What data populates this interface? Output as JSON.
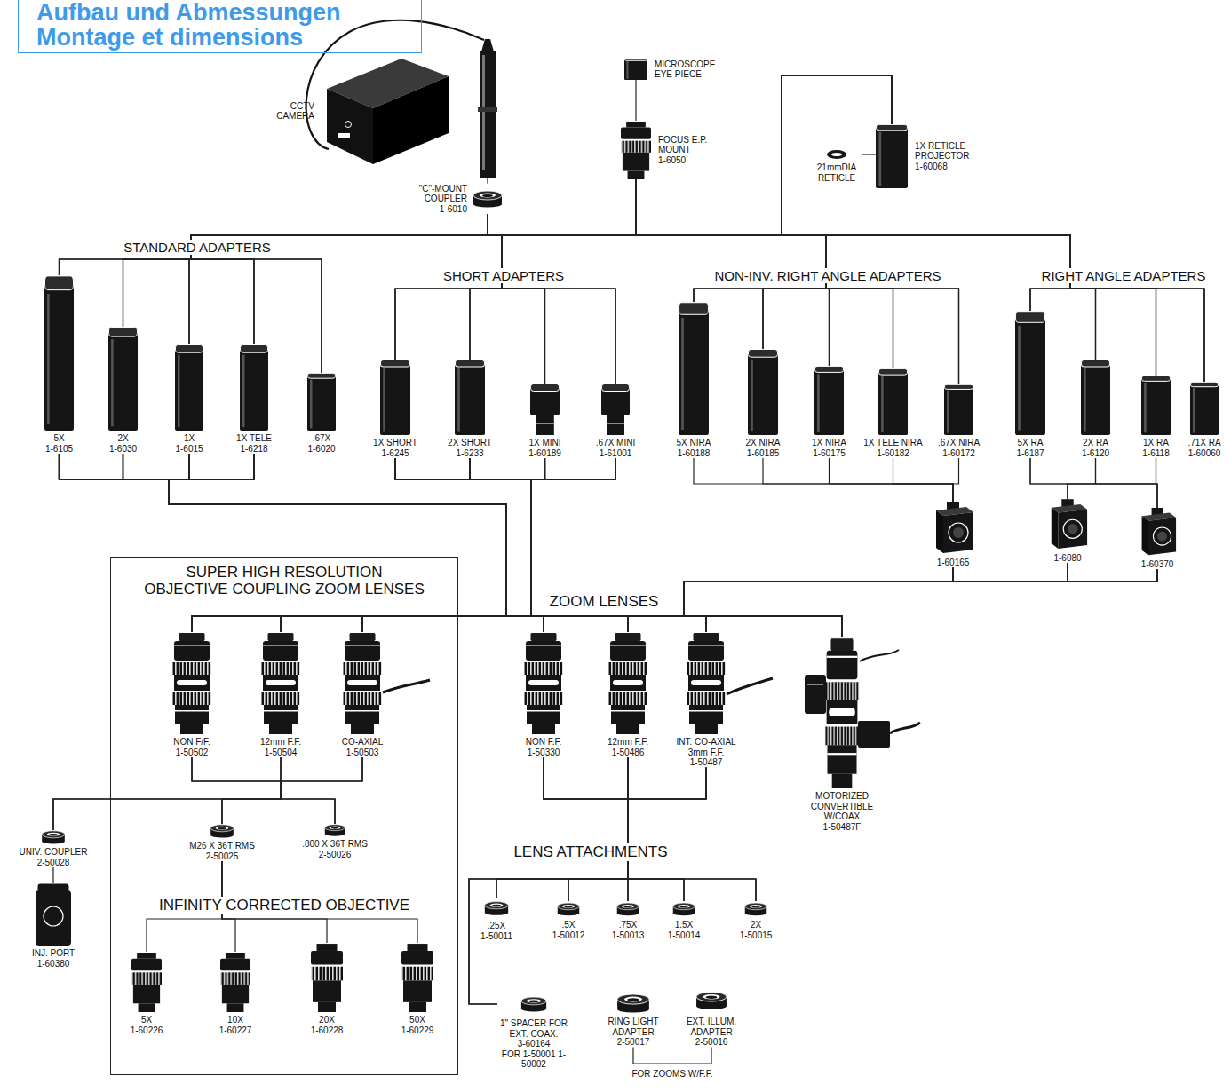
{
  "diagram": {
    "title": "Aufbau und Abmessungen Montage et dimensions",
    "nodes": [
      {
        "text": [
          "CCTV CAMERA"
        ]
      },
      {
        "text": [
          "\"C\"-MOUNT COUPLER",
          "1-6010"
        ]
      },
      {
        "text": [
          "MICROSCOPE EYE PIECE"
        ]
      },
      {
        "text": [
          "FOCUS E.P. MOUNT",
          "1-6050"
        ]
      },
      {
        "text": [
          "21mmDIA RETICLE"
        ]
      },
      {
        "text": [
          "1X RETICLE PROJECTOR",
          "1-60068"
        ]
      },
      {
        "text": [
          "5X",
          "1-6105"
        ]
      },
      {
        "text": [
          "2X",
          "1-6030"
        ]
      },
      {
        "text": [
          "1X",
          "1-6015"
        ]
      },
      {
        "text": [
          "1X TELE",
          "1-6218"
        ]
      },
      {
        "text": [
          ".67X",
          "1-6020"
        ]
      },
      {
        "text": [
          "1X SHORT",
          "1-6245"
        ]
      },
      {
        "text": [
          "2X SHORT",
          "1-6233"
        ]
      },
      {
        "text": [
          "1X MINI",
          "1-60189"
        ]
      },
      {
        "text": [
          ".67X MINI",
          "1-61001"
        ]
      },
      {
        "text": [
          "5X NIRA",
          "1-60188"
        ]
      },
      {
        "text": [
          "2X NIRA",
          "1-60185"
        ]
      },
      {
        "text": [
          "1X NIRA",
          "1-60175"
        ]
      },
      {
        "text": [
          "1X TELE NIRA",
          "1-60182"
        ]
      },
      {
        "text": [
          ".67X NIRA",
          "1-60172"
        ]
      },
      {
        "text": [
          "5X RA",
          "1-6187"
        ]
      },
      {
        "text": [
          "2X RA",
          "1-6120"
        ]
      },
      {
        "text": [
          "1X RA",
          "1-6118"
        ]
      },
      {
        "text": [
          ".71X RA",
          "1-60060"
        ]
      },
      {
        "text": [
          "1-60165"
        ]
      },
      {
        "text": [
          "1-6080"
        ]
      },
      {
        "text": [
          "1-60370"
        ]
      },
      {
        "text": [
          "SUPER HIGH RESOLUTION OBJECTIVE COUPLING ZOOM LENSES"
        ]
      },
      {
        "text": [
          "NON F/F.",
          "1-50502"
        ],
        "in": 27
      },
      {
        "text": [
          "12mm F.F.",
          "1-50504"
        ],
        "in": 27
      },
      {
        "text": [
          "CO-AXIAL",
          "1-50503"
        ],
        "in": 27
      },
      {
        "text": [
          "NON F.F.",
          "1-50330"
        ]
      },
      {
        "text": [
          "12mm F.F.",
          "1-50486"
        ]
      },
      {
        "text": [
          "INT. CO-AXIAL 3mm F.F.",
          "1-50487"
        ]
      },
      {
        "text": [
          "MOTORIZED CONVERTIBLE W/COAX",
          "1-50487F"
        ]
      },
      {
        "text": [
          "UNIV. COUPLER",
          "2-50028"
        ]
      },
      {
        "text": [
          "M26 X 36T RMS",
          "2-50025"
        ],
        "in": 27
      },
      {
        "text": [
          ".800 X 36T RMS",
          "2-50026"
        ],
        "in": 27
      },
      {
        "text": [
          "INJ. PORT",
          "1-60380"
        ]
      },
      {
        "text": [
          "5X",
          "1-60226"
        ],
        "in": 27
      },
      {
        "text": [
          "10X",
          "1-60227"
        ],
        "in": 27
      },
      {
        "text": [
          "20X",
          "1-60228"
        ],
        "in": 27
      },
      {
        "text": [
          "50X",
          "1-60229"
        ],
        "in": 27
      },
      {
        "text": [
          ".25X",
          "1-50011"
        ]
      },
      {
        "text": [
          ".5X",
          "1-50012"
        ]
      },
      {
        "text": [
          ".75X",
          "1-50013"
        ]
      },
      {
        "text": [
          "1.5X",
          "1-50014"
        ]
      },
      {
        "text": [
          "2X",
          "1-50015"
        ]
      },
      {
        "text": [
          "1\" SPACER FOR EXT. COAX.",
          "3-60164",
          "FOR 1-50001 1-50002"
        ]
      },
      {
        "text": [
          "RING LIGHT ADAPTER",
          "2-50017"
        ]
      },
      {
        "text": [
          "EXT. ILLUM. ADAPTER",
          "2-50016"
        ]
      }
    ],
    "edges": [
      {
        "from": 0,
        "to": 1,
        "arrow": "none"
      },
      {
        "from": 2,
        "to": 3,
        "arrow": "none"
      },
      {
        "from": 4,
        "to": 5,
        "arrow": "none"
      },
      {
        "from": 1,
        "to": 6,
        "arrow": "none"
      },
      {
        "from": 1,
        "to": 7,
        "arrow": "none"
      },
      {
        "from": 1,
        "to": 8,
        "arrow": "none"
      },
      {
        "from": 1,
        "to": 9,
        "arrow": "none"
      },
      {
        "from": 1,
        "to": 10,
        "arrow": "none"
      },
      {
        "from": 1,
        "to": 11,
        "arrow": "none"
      },
      {
        "from": 1,
        "to": 12,
        "arrow": "none"
      },
      {
        "from": 1,
        "to": 13,
        "arrow": "none"
      },
      {
        "from": 1,
        "to": 14,
        "arrow": "none"
      },
      {
        "from": 1,
        "to": 15,
        "arrow": "none"
      },
      {
        "from": 1,
        "to": 16,
        "arrow": "none"
      },
      {
        "from": 1,
        "to": 17,
        "arrow": "none"
      },
      {
        "from": 1,
        "to": 18,
        "arrow": "none"
      },
      {
        "from": 1,
        "to": 19,
        "arrow": "none"
      },
      {
        "from": 1,
        "to": 20,
        "arrow": "none"
      },
      {
        "from": 1,
        "to": 21,
        "arrow": "none"
      },
      {
        "from": 1,
        "to": 22,
        "arrow": "none"
      },
      {
        "from": 1,
        "to": 23,
        "arrow": "none"
      },
      {
        "from": 3,
        "to": 6,
        "arrow": "none"
      },
      {
        "from": 3,
        "to": 7,
        "arrow": "none"
      },
      {
        "from": 3,
        "to": 8,
        "arrow": "none"
      },
      {
        "from": 3,
        "to": 9,
        "arrow": "none"
      },
      {
        "from": 3,
        "to": 10,
        "arrow": "none"
      },
      {
        "from": 3,
        "to": 11,
        "arrow": "none"
      },
      {
        "from": 3,
        "to": 12,
        "arrow": "none"
      },
      {
        "from": 3,
        "to": 13,
        "arrow": "none"
      },
      {
        "from": 3,
        "to": 14,
        "arrow": "none"
      },
      {
        "from": 3,
        "to": 15,
        "arrow": "none"
      },
      {
        "from": 3,
        "to": 16,
        "arrow": "none"
      },
      {
        "from": 3,
        "to": 17,
        "arrow": "none"
      },
      {
        "from": 3,
        "to": 18,
        "arrow": "none"
      },
      {
        "from": 3,
        "to": 19,
        "arrow": "none"
      },
      {
        "from": 3,
        "to": 20,
        "arrow": "none"
      },
      {
        "from": 3,
        "to": 21,
        "arrow": "none"
      },
      {
        "from": 3,
        "to": 22,
        "arrow": "none"
      },
      {
        "from": 3,
        "to": 23,
        "arrow": "none"
      },
      {
        "from": 5,
        "to": 6,
        "arrow": "none"
      },
      {
        "from": 5,
        "to": 7,
        "arrow": "none"
      },
      {
        "from": 5,
        "to": 8,
        "arrow": "none"
      },
      {
        "from": 5,
        "to": 9,
        "arrow": "none"
      },
      {
        "from": 5,
        "to": 10,
        "arrow": "none"
      },
      {
        "from": 5,
        "to": 11,
        "arrow": "none"
      },
      {
        "from": 5,
        "to": 12,
        "arrow": "none"
      },
      {
        "from": 5,
        "to": 13,
        "arrow": "none"
      },
      {
        "from": 5,
        "to": 14,
        "arrow": "none"
      },
      {
        "from": 5,
        "to": 15,
        "arrow": "none"
      },
      {
        "from": 5,
        "to": 16,
        "arrow": "none"
      },
      {
        "from": 5,
        "to": 17,
        "arrow": "none"
      },
      {
        "from": 5,
        "to": 18,
        "arrow": "none"
      },
      {
        "from": 5,
        "to": 19,
        "arrow": "none"
      },
      {
        "from": 5,
        "to": 20,
        "arrow": "none"
      },
      {
        "from": 5,
        "to": 21,
        "arrow": "none"
      },
      {
        "from": 5,
        "to": 22,
        "arrow": "none"
      },
      {
        "from": 5,
        "to": 23,
        "arrow": "none"
      },
      {
        "from": 6,
        "to": 28,
        "arrow": "none"
      },
      {
        "from": 6,
        "to": 29,
        "arrow": "none"
      },
      {
        "from": 6,
        "to": 30,
        "arrow": "none"
      },
      {
        "from": 6,
        "to": 31,
        "arrow": "none"
      },
      {
        "from": 6,
        "to": 32,
        "arrow": "none"
      },
      {
        "from": 6,
        "to": 33,
        "arrow": "none"
      },
      {
        "from": 6,
        "to": 34,
        "arrow": "none"
      },
      {
        "from": 7,
        "to": 28,
        "arrow": "none"
      },
      {
        "from": 7,
        "to": 29,
        "arrow": "none"
      },
      {
        "from": 7,
        "to": 30,
        "arrow": "none"
      },
      {
        "from": 7,
        "to": 31,
        "arrow": "none"
      },
      {
        "from": 7,
        "to": 32,
        "arrow": "none"
      },
      {
        "from": 7,
        "to": 33,
        "arrow": "none"
      },
      {
        "from": 7,
        "to": 34,
        "arrow": "none"
      },
      {
        "from": 8,
        "to": 28,
        "arrow": "none"
      },
      {
        "from": 8,
        "to": 29,
        "arrow": "none"
      },
      {
        "from": 8,
        "to": 30,
        "arrow": "none"
      },
      {
        "from": 8,
        "to": 31,
        "arrow": "none"
      },
      {
        "from": 8,
        "to": 32,
        "arrow": "none"
      },
      {
        "from": 8,
        "to": 33,
        "arrow": "none"
      },
      {
        "from": 8,
        "to": 34,
        "arrow": "none"
      },
      {
        "from": 9,
        "to": 28,
        "arrow": "none"
      },
      {
        "from": 9,
        "to": 29,
        "arrow": "none"
      },
      {
        "from": 9,
        "to": 30,
        "arrow": "none"
      },
      {
        "from": 9,
        "to": 31,
        "arrow": "none"
      },
      {
        "from": 9,
        "to": 32,
        "arrow": "none"
      },
      {
        "from": 9,
        "to": 33,
        "arrow": "none"
      },
      {
        "from": 9,
        "to": 34,
        "arrow": "none"
      },
      {
        "from": 11,
        "to": 28,
        "arrow": "none"
      },
      {
        "from": 11,
        "to": 29,
        "arrow": "none"
      },
      {
        "from": 11,
        "to": 30,
        "arrow": "none"
      },
      {
        "from": 11,
        "to": 31,
        "arrow": "none"
      },
      {
        "from": 11,
        "to": 32,
        "arrow": "none"
      },
      {
        "from": 11,
        "to": 33,
        "arrow": "none"
      },
      {
        "from": 11,
        "to": 34,
        "arrow": "none"
      },
      {
        "from": 12,
        "to": 28,
        "arrow": "none"
      },
      {
        "from": 12,
        "to": 29,
        "arrow": "none"
      },
      {
        "from": 12,
        "to": 30,
        "arrow": "none"
      },
      {
        "from": 12,
        "to": 31,
        "arrow": "none"
      },
      {
        "from": 12,
        "to": 32,
        "arrow": "none"
      },
      {
        "from": 12,
        "to": 33,
        "arrow": "none"
      },
      {
        "from": 12,
        "to": 34,
        "arrow": "none"
      },
      {
        "from": 13,
        "to": 28,
        "arrow": "none"
      },
      {
        "from": 13,
        "to": 29,
        "arrow": "none"
      },
      {
        "from": 13,
        "to": 30,
        "arrow": "none"
      },
      {
        "from": 13,
        "to": 31,
        "arrow": "none"
      },
      {
        "from": 13,
        "to": 32,
        "arrow": "none"
      },
      {
        "from": 13,
        "to": 33,
        "arrow": "none"
      },
      {
        "from": 13,
        "to": 34,
        "arrow": "none"
      },
      {
        "from": 14,
        "to": 28,
        "arrow": "none"
      },
      {
        "from": 14,
        "to": 29,
        "arrow": "none"
      },
      {
        "from": 14,
        "to": 30,
        "arrow": "none"
      },
      {
        "from": 14,
        "to": 31,
        "arrow": "none"
      },
      {
        "from": 14,
        "to": 32,
        "arrow": "none"
      },
      {
        "from": 14,
        "to": 33,
        "arrow": "none"
      },
      {
        "from": 14,
        "to": 34,
        "arrow": "none"
      },
      {
        "from": 15,
        "to": 24,
        "arrow": "none"
      },
      {
        "from": 16,
        "to": 24,
        "arrow": "none"
      },
      {
        "from": 17,
        "to": 24,
        "arrow": "none"
      },
      {
        "from": 18,
        "to": 24,
        "arrow": "none"
      },
      {
        "from": 19,
        "to": 24,
        "arrow": "none"
      },
      {
        "from": 20,
        "to": 25,
        "arrow": "none"
      },
      {
        "from": 20,
        "to": 26,
        "arrow": "none"
      },
      {
        "from": 21,
        "to": 25,
        "arrow": "none"
      },
      {
        "from": 21,
        "to": 26,
        "arrow": "none"
      },
      {
        "from": 22,
        "to": 25,
        "arrow": "none"
      },
      {
        "from": 22,
        "to": 26,
        "arrow": "none"
      },
      {
        "from": 24,
        "to": 28,
        "arrow": "none"
      },
      {
        "from": 24,
        "to": 29,
        "arrow": "none"
      },
      {
        "from": 24,
        "to": 30,
        "arrow": "none"
      },
      {
        "from": 24,
        "to": 31,
        "arrow": "none"
      },
      {
        "from": 24,
        "to": 32,
        "arrow": "none"
      },
      {
        "from": 24,
        "to": 33,
        "arrow": "none"
      },
      {
        "from": 24,
        "to": 34,
        "arrow": "none"
      },
      {
        "from": 25,
        "to": 28,
        "arrow": "none"
      },
      {
        "from": 25,
        "to": 29,
        "arrow": "none"
      },
      {
        "from": 25,
        "to": 30,
        "arrow": "none"
      },
      {
        "from": 25,
        "to": 31,
        "arrow": "none"
      },
      {
        "from": 25,
        "to": 32,
        "arrow": "none"
      },
      {
        "from": 25,
        "to": 33,
        "arrow": "none"
      },
      {
        "from": 25,
        "to": 34,
        "arrow": "none"
      },
      {
        "from": 26,
        "to": 28,
        "arrow": "none"
      },
      {
        "from": 26,
        "to": 29,
        "arrow": "none"
      },
      {
        "from": 26,
        "to": 30,
        "arrow": "none"
      },
      {
        "from": 26,
        "to": 31,
        "arrow": "none"
      },
      {
        "from": 26,
        "to": 32,
        "arrow": "none"
      },
      {
        "from": 26,
        "to": 33,
        "arrow": "none"
      },
      {
        "from": 26,
        "to": 34,
        "arrow": "none"
      },
      {
        "from": 28,
        "to": 35,
        "arrow": "none"
      },
      {
        "from": 28,
        "to": 36,
        "arrow": "none"
      },
      {
        "from": 28,
        "to": 37,
        "arrow": "none"
      },
      {
        "from": 29,
        "to": 35,
        "arrow": "none"
      },
      {
        "from": 29,
        "to": 36,
        "arrow": "none"
      },
      {
        "from": 29,
        "to": 37,
        "arrow": "none"
      },
      {
        "from": 30,
        "to": 35,
        "arrow": "none"
      },
      {
        "from": 30,
        "to": 36,
        "arrow": "none"
      },
      {
        "from": 30,
        "to": 37,
        "arrow": "none"
      },
      {
        "from": 35,
        "to": 38,
        "arrow": "none"
      },
      {
        "from": 36,
        "to": 39,
        "arrow": "none"
      },
      {
        "from": 36,
        "to": 40,
        "arrow": "none"
      },
      {
        "from": 36,
        "to": 41,
        "arrow": "none"
      },
      {
        "from": 36,
        "to": 42,
        "arrow": "none"
      },
      {
        "from": 31,
        "to": 43,
        "arrow": "none"
      },
      {
        "from": 31,
        "to": 44,
        "arrow": "none"
      },
      {
        "from": 31,
        "to": 45,
        "arrow": "none"
      },
      {
        "from": 31,
        "to": 46,
        "arrow": "none"
      },
      {
        "from": 31,
        "to": 47,
        "arrow": "none"
      },
      {
        "from": 32,
        "to": 43,
        "arrow": "none"
      },
      {
        "from": 32,
        "to": 44,
        "arrow": "none"
      },
      {
        "from": 32,
        "to": 45,
        "arrow": "none"
      },
      {
        "from": 32,
        "to": 46,
        "arrow": "none"
      },
      {
        "from": 32,
        "to": 47,
        "arrow": "none"
      },
      {
        "from": 33,
        "to": 43,
        "arrow": "none"
      },
      {
        "from": 33,
        "to": 44,
        "arrow": "none"
      },
      {
        "from": 33,
        "to": 45,
        "arrow": "none"
      },
      {
        "from": 33,
        "to": 46,
        "arrow": "none"
      },
      {
        "from": 33,
        "to": 47,
        "arrow": "none"
      },
      {
        "from": 31,
        "to": 48,
        "arrow": "none"
      },
      {
        "from": 32,
        "to": 48,
        "arrow": "none"
      },
      {
        "from": 33,
        "to": 48,
        "arrow": "none"
      },
      {
        "from": 49,
        "to": 50,
        "arrow": "none"
      }
    ],
    "labels": [
      "STANDARD ADAPTERS",
      "SHORT ADAPTERS",
      "NON-INV. RIGHT ANGLE ADAPTERS",
      "RIGHT ANGLE ADAPTERS",
      "ZOOM LENSES",
      "INFINITY CORRECTED OBJECTIVE",
      "LENS ATTACHMENTS",
      "FOR ZOOMS W/F.F."
    ]
  }
}
